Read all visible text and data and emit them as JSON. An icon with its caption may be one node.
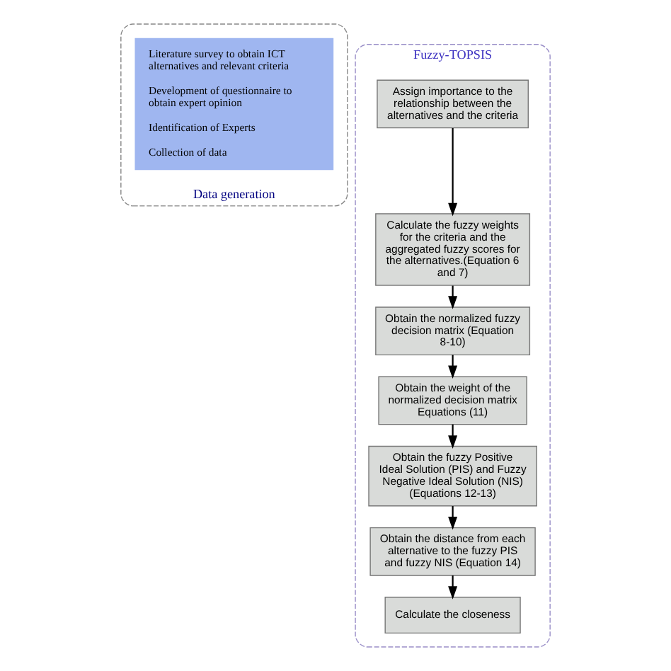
{
  "diagram": {
    "nodes": [
      {
        "text": [
          "Data generation"
        ]
      },
      {
        "text": [
          "Literature survey to obtain ICT alternatives and relevant criteria",
          "Development of questionnaire to obtain expert opinion",
          "Identification of Experts",
          "Collection of data"
        ],
        "in": 0
      },
      {
        "text": [
          "Fuzzy-TOPSIS"
        ]
      },
      {
        "text": [
          "Assign importance to the relationship between the alternatives and the criteria"
        ],
        "in": 2
      },
      {
        "text": [
          "Calculate the fuzzy weights for the criteria and the aggregated fuzzy scores for the alternatives.(Equation 6 and 7)"
        ],
        "in": 2
      },
      {
        "text": [
          "Obtain the normalized fuzzy decision matrix (Equation 8-10)"
        ],
        "in": 2
      },
      {
        "text": [
          "Obtain the weight of the normalized decision matrix Equations (11)"
        ],
        "in": 2
      },
      {
        "text": [
          "Obtain the fuzzy Positive Ideal Solution (PIS) and Fuzzy Negative Ideal Solution (NIS) (Equations 12-13)"
        ],
        "in": 2
      },
      {
        "text": [
          "Obtain the distance from each alternative to the fuzzy PIS and fuzzy NIS (Equation 14)"
        ],
        "in": 2
      },
      {
        "text": [
          "Calculate the closeness"
        ],
        "in": 2
      }
    ],
    "edges": [
      {
        "from": 3,
        "to": 4,
        "arrow": "to"
      },
      {
        "from": 4,
        "to": 5,
        "arrow": "to"
      },
      {
        "from": 5,
        "to": 6,
        "arrow": "to"
      },
      {
        "from": 6,
        "to": 7,
        "arrow": "to"
      },
      {
        "from": 7,
        "to": 8,
        "arrow": "to"
      },
      {
        "from": 8,
        "to": 9,
        "arrow": "to"
      }
    ]
  }
}
